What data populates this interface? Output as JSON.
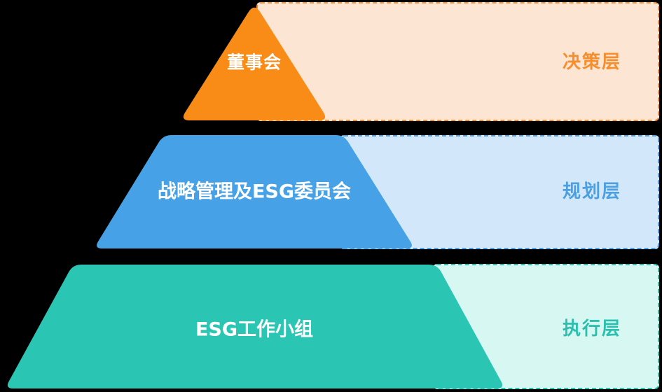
{
  "background_color": "#000000",
  "tiers": [
    {
      "name": "decision",
      "shape_label": "董事会",
      "band_label": "决策层",
      "shape_color": "#F98B17",
      "band_bg": "#FCE5D3",
      "accent": "#F78E2E"
    },
    {
      "name": "planning",
      "shape_label": "战略管理及ESG委员会",
      "band_label": "规划层",
      "shape_color": "#46A1E6",
      "band_bg": "#D2E8FA",
      "accent": "#4C9FE0"
    },
    {
      "name": "execution",
      "shape_label": "ESG工作小组",
      "band_label": "执行层",
      "shape_color": "#2BC5B3",
      "band_bg": "#D6F7F2",
      "accent": "#2BC0AE"
    }
  ]
}
